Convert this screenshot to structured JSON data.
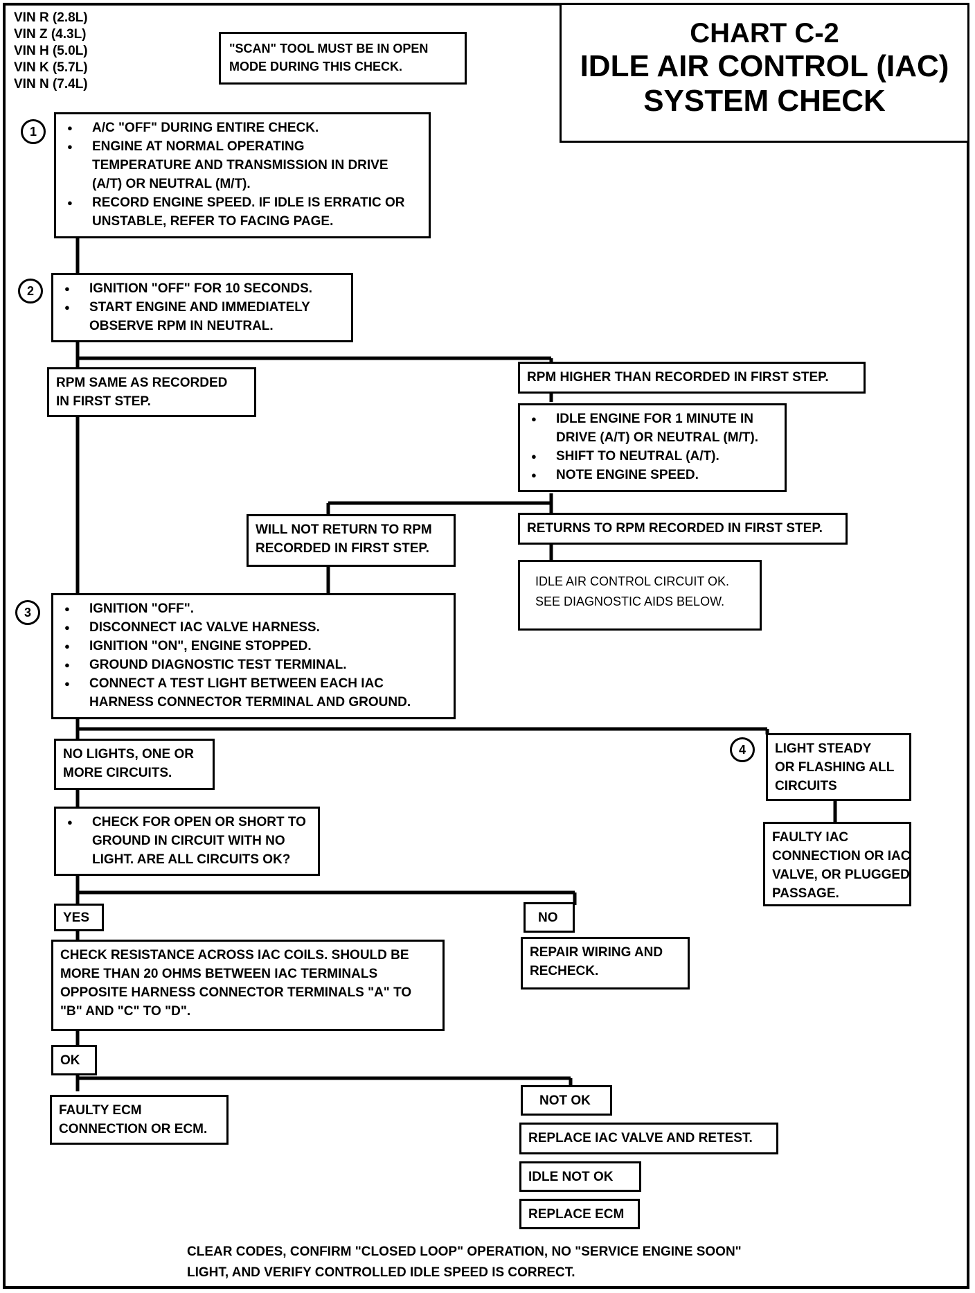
{
  "vin_list": [
    "VIN R (2.8L)",
    "VIN Z (4.3L)",
    "VIN H (5.0L)",
    "VIN K (5.7L)",
    "VIN N (7.4L)"
  ],
  "scan_note": [
    "\"SCAN\" TOOL MUST BE IN OPEN",
    "MODE DURING THIS CHECK."
  ],
  "title": {
    "chart": "CHART C-2",
    "line1": "IDLE AIR CONTROL (IAC)",
    "line2": "SYSTEM CHECK"
  },
  "steps": {
    "s1_num": "1",
    "s1_items": [
      [
        "A/C \"OFF\" DURING ENTIRE CHECK."
      ],
      [
        "ENGINE AT NORMAL OPERATING",
        "TEMPERATURE AND TRANSMISSION IN DRIVE",
        "(A/T) OR NEUTRAL (M/T)."
      ],
      [
        "RECORD ENGINE SPEED. IF IDLE IS ERRATIC OR",
        "UNSTABLE, REFER TO FACING PAGE."
      ]
    ],
    "s2_num": "2",
    "s2_items": [
      [
        "IGNITION \"OFF\" FOR 10 SECONDS."
      ],
      [
        "START ENGINE AND IMMEDIATELY",
        "OBSERVE RPM IN NEUTRAL."
      ]
    ],
    "rpm_same": [
      "RPM SAME AS RECORDED",
      "IN FIRST STEP."
    ],
    "rpm_higher": [
      "RPM HIGHER THAN RECORDED IN FIRST STEP."
    ],
    "idle_items": [
      [
        "IDLE ENGINE FOR 1 MINUTE IN",
        "DRIVE (A/T) OR NEUTRAL (M/T)."
      ],
      [
        "SHIFT TO NEUTRAL (A/T)."
      ],
      [
        "NOTE ENGINE SPEED."
      ]
    ],
    "will_not_return": [
      "WILL NOT RETURN TO RPM",
      "RECORDED IN FIRST STEP."
    ],
    "returns": [
      "RETURNS TO RPM RECORDED IN FIRST STEP."
    ],
    "iac_ok": [
      "IDLE AIR CONTROL CIRCUIT OK.",
      "SEE DIAGNOSTIC AIDS BELOW."
    ],
    "s3_num": "3",
    "s3_items": [
      [
        "IGNITION \"OFF\"."
      ],
      [
        "DISCONNECT IAC VALVE HARNESS."
      ],
      [
        "IGNITION \"ON\", ENGINE STOPPED."
      ],
      [
        "GROUND DIAGNOSTIC TEST TERMINAL."
      ],
      [
        "CONNECT A TEST LIGHT BETWEEN EACH IAC",
        "HARNESS CONNECTOR TERMINAL AND GROUND."
      ]
    ],
    "no_lights": [
      "NO LIGHTS, ONE OR",
      "MORE CIRCUITS."
    ],
    "s4_num": "4",
    "light_steady": [
      "LIGHT STEADY",
      "OR FLASHING ALL",
      "CIRCUITS"
    ],
    "faulty_iac": [
      "FAULTY IAC",
      "CONNECTION OR IAC",
      "VALVE, OR PLUGGED",
      "PASSAGE."
    ],
    "check_open_items": [
      [
        "CHECK FOR OPEN OR SHORT TO",
        "GROUND IN CIRCUIT WITH NO",
        "LIGHT. ARE ALL CIRCUITS OK?"
      ]
    ],
    "yes": "YES",
    "no": "NO",
    "repair_wiring": [
      "REPAIR WIRING AND",
      "RECHECK."
    ],
    "check_resistance": [
      "CHECK RESISTANCE ACROSS IAC COILS. SHOULD BE",
      "MORE THAN 20 OHMS BETWEEN IAC TERMINALS",
      "OPPOSITE HARNESS CONNECTOR TERMINALS \"A\" TO",
      "\"B\" AND \"C\" TO \"D\"."
    ],
    "ok": "OK",
    "faulty_ecm": [
      "FAULTY ECM",
      "CONNECTION OR ECM."
    ],
    "not_ok": "NOT OK",
    "replace_iac": "REPLACE IAC VALVE AND RETEST.",
    "idle_not_ok": "IDLE NOT OK",
    "replace_ecm": "REPLACE ECM"
  },
  "footer": [
    "CLEAR CODES, CONFIRM \"CLOSED LOOP\" OPERATION, NO \"SERVICE ENGINE SOON\"",
    "LIGHT, AND VERIFY CONTROLLED IDLE SPEED IS CORRECT."
  ]
}
